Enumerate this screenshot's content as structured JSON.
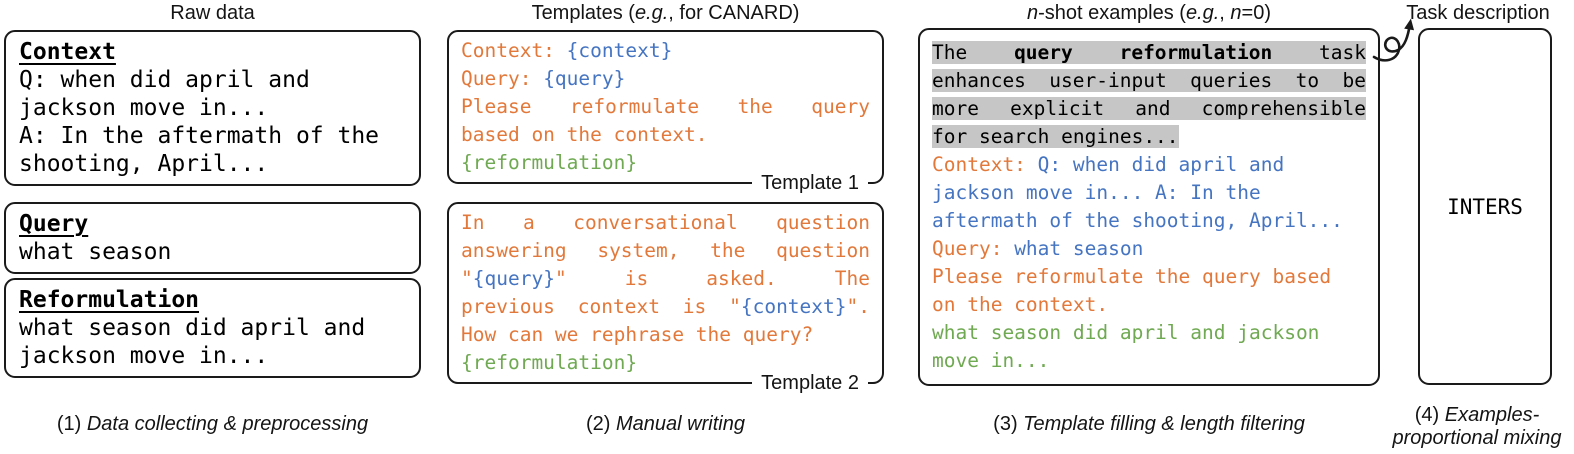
{
  "colors": {
    "orange": "#E2793B",
    "blue": "#4574C1",
    "green": "#6FA951",
    "highlight": "#C6C6C6",
    "ink": "#141414"
  },
  "columns": [
    {
      "header": [
        {
          "t": "Raw data"
        }
      ],
      "caption": [
        {
          "segs": [
            {
              "t": "(1) "
            },
            {
              "t": "Data collecting & preprocessing",
              "i": true
            }
          ]
        }
      ],
      "boxes": [
        {
          "lines": [
            {
              "segs": [
                {
                  "t": "Context",
                  "b": true,
                  "u": true
                }
              ]
            },
            {
              "segs": [
                {
                  "t": "Q: when did april and"
                }
              ]
            },
            {
              "segs": [
                {
                  "t": "jackson move in..."
                }
              ]
            },
            {
              "segs": [
                {
                  "t": "A: In the aftermath of the"
                }
              ]
            },
            {
              "segs": [
                {
                  "t": "shooting, April..."
                }
              ]
            }
          ]
        },
        {
          "lines": [
            {
              "segs": [
                {
                  "t": "Query",
                  "b": true,
                  "u": true
                }
              ]
            },
            {
              "segs": [
                {
                  "t": "what season"
                }
              ]
            }
          ]
        },
        {
          "lines": [
            {
              "segs": [
                {
                  "t": "Reformulation",
                  "b": true,
                  "u": true
                }
              ]
            },
            {
              "segs": [
                {
                  "t": "what season did april and"
                }
              ]
            },
            {
              "segs": [
                {
                  "t": "jackson move in..."
                }
              ]
            }
          ]
        }
      ]
    },
    {
      "header": [
        {
          "t": "Templates ("
        },
        {
          "t": "e.g.",
          "i": true
        },
        {
          "t": ", for CANARD)"
        }
      ],
      "caption": [
        {
          "segs": [
            {
              "t": "(2) "
            },
            {
              "t": "Manual writing",
              "i": true
            }
          ]
        }
      ],
      "boxes": [
        {
          "tag": "Template 1",
          "lines": [
            {
              "segs": [
                {
                  "t": "Context:",
                  "c": "orange"
                },
                {
                  "t": " {context}",
                  "c": "blue"
                }
              ]
            },
            {
              "segs": [
                {
                  "t": "Query:",
                  "c": "orange"
                },
                {
                  "t": " {query}",
                  "c": "blue"
                }
              ]
            },
            {
              "j": true,
              "segs": [
                {
                  "t": "Please reformulate the query",
                  "c": "orange"
                }
              ]
            },
            {
              "segs": [
                {
                  "t": "based on the context.",
                  "c": "orange"
                }
              ]
            },
            {
              "segs": [
                {
                  "t": "{reformulation}",
                  "c": "green"
                }
              ]
            }
          ]
        },
        {
          "tag": "Template 2",
          "lines": [
            {
              "j": true,
              "segs": [
                {
                  "t": "In a conversational question",
                  "c": "orange"
                }
              ]
            },
            {
              "j": true,
              "segs": [
                {
                  "t": "answering system, the question",
                  "c": "orange"
                }
              ]
            },
            {
              "j": true,
              "segs": [
                {
                  "t": "\"",
                  "c": "orange"
                },
                {
                  "t": "{query}",
                  "c": "blue"
                },
                {
                  "t": "\" is asked. The",
                  "c": "orange"
                }
              ]
            },
            {
              "j": true,
              "segs": [
                {
                  "t": "previous context is \"",
                  "c": "orange"
                },
                {
                  "t": "{context}",
                  "c": "blue"
                },
                {
                  "t": "\".",
                  "c": "orange"
                }
              ]
            },
            {
              "segs": [
                {
                  "t": "How can we rephrase the query?",
                  "c": "orange"
                }
              ]
            },
            {
              "segs": [
                {
                  "t": "{reformulation}",
                  "c": "green"
                }
              ]
            }
          ]
        }
      ]
    },
    {
      "header": [
        {
          "t": "n",
          "i": true
        },
        {
          "t": "-shot examples ("
        },
        {
          "t": "e.g.",
          "i": true
        },
        {
          "t": ", "
        },
        {
          "t": "n",
          "i": true
        },
        {
          "t": "=0)"
        }
      ],
      "caption": [
        {
          "segs": [
            {
              "t": "(3) "
            },
            {
              "t": "Template filling & length filtering",
              "i": true
            }
          ]
        }
      ],
      "boxes": [
        {
          "lines": [
            {
              "j": true,
              "segs": [
                {
                  "t": "The ",
                  "hl": true
                },
                {
                  "t": "query reformulation",
                  "hl": true,
                  "b": true
                },
                {
                  "t": " task",
                  "hl": true
                }
              ]
            },
            {
              "j": true,
              "segs": [
                {
                  "t": "enhances user-input queries to be",
                  "hl": true
                }
              ]
            },
            {
              "j": true,
              "segs": [
                {
                  "t": "more explicit and comprehensible",
                  "hl": true
                }
              ]
            },
            {
              "segs": [
                {
                  "t": "for search engines...",
                  "hl": true
                }
              ]
            },
            {
              "segs": [
                {
                  "t": "Context:",
                  "c": "orange"
                },
                {
                  "t": " Q: when did april and",
                  "c": "blue"
                }
              ]
            },
            {
              "segs": [
                {
                  "t": "jackson move in... A: In the",
                  "c": "blue"
                }
              ]
            },
            {
              "segs": [
                {
                  "t": "aftermath of the shooting, April...",
                  "c": "blue"
                }
              ]
            },
            {
              "segs": [
                {
                  "t": "Query:",
                  "c": "orange"
                },
                {
                  "t": " what season",
                  "c": "blue"
                }
              ]
            },
            {
              "segs": [
                {
                  "t": "Please reformulate the query based",
                  "c": "orange"
                }
              ]
            },
            {
              "segs": [
                {
                  "t": "on the context.",
                  "c": "orange"
                }
              ]
            },
            {
              "segs": [
                {
                  "t": "what season did april and jackson",
                  "c": "green"
                }
              ]
            },
            {
              "segs": [
                {
                  "t": "move in...",
                  "c": "green"
                }
              ]
            }
          ]
        }
      ]
    },
    {
      "header": [
        {
          "t": "Task description"
        }
      ],
      "caption": [
        {
          "segs": [
            {
              "t": "(4) "
            },
            {
              "t": "Examples-",
              "i": true
            }
          ]
        },
        {
          "segs": [
            {
              "t": "proportional mixing",
              "i": true
            }
          ]
        }
      ],
      "box_label": "INTERS"
    }
  ]
}
